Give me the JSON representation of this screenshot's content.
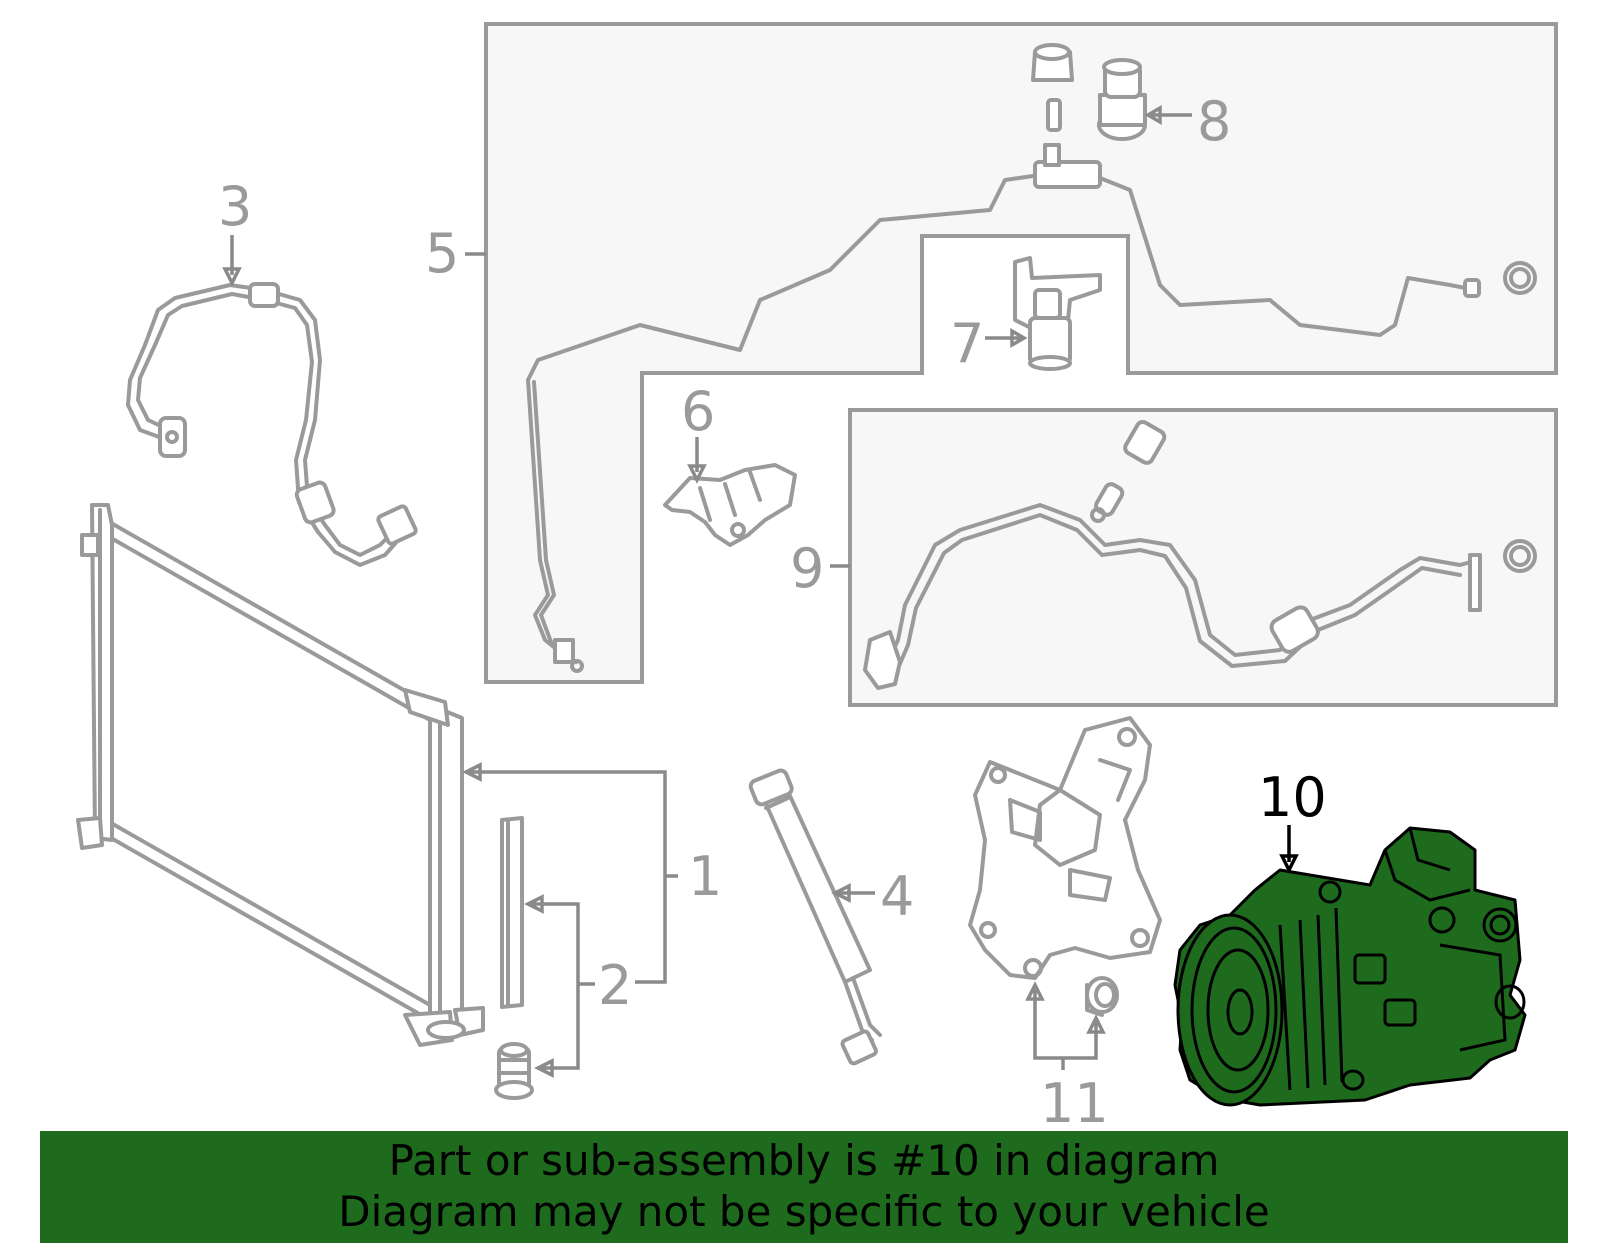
{
  "callouts": {
    "c1": "1",
    "c2": "2",
    "c3": "3",
    "c4": "4",
    "c5": "5",
    "c6": "6",
    "c7": "7",
    "c8": "8",
    "c9": "9",
    "c10": "10",
    "c11": "11"
  },
  "highlight": {
    "part_number": "10",
    "color": "#1e6b1e"
  },
  "banner": {
    "line1": "Part or sub-assembly is #10 in diagram",
    "line2": "Diagram may not be specific to your vehicle"
  }
}
